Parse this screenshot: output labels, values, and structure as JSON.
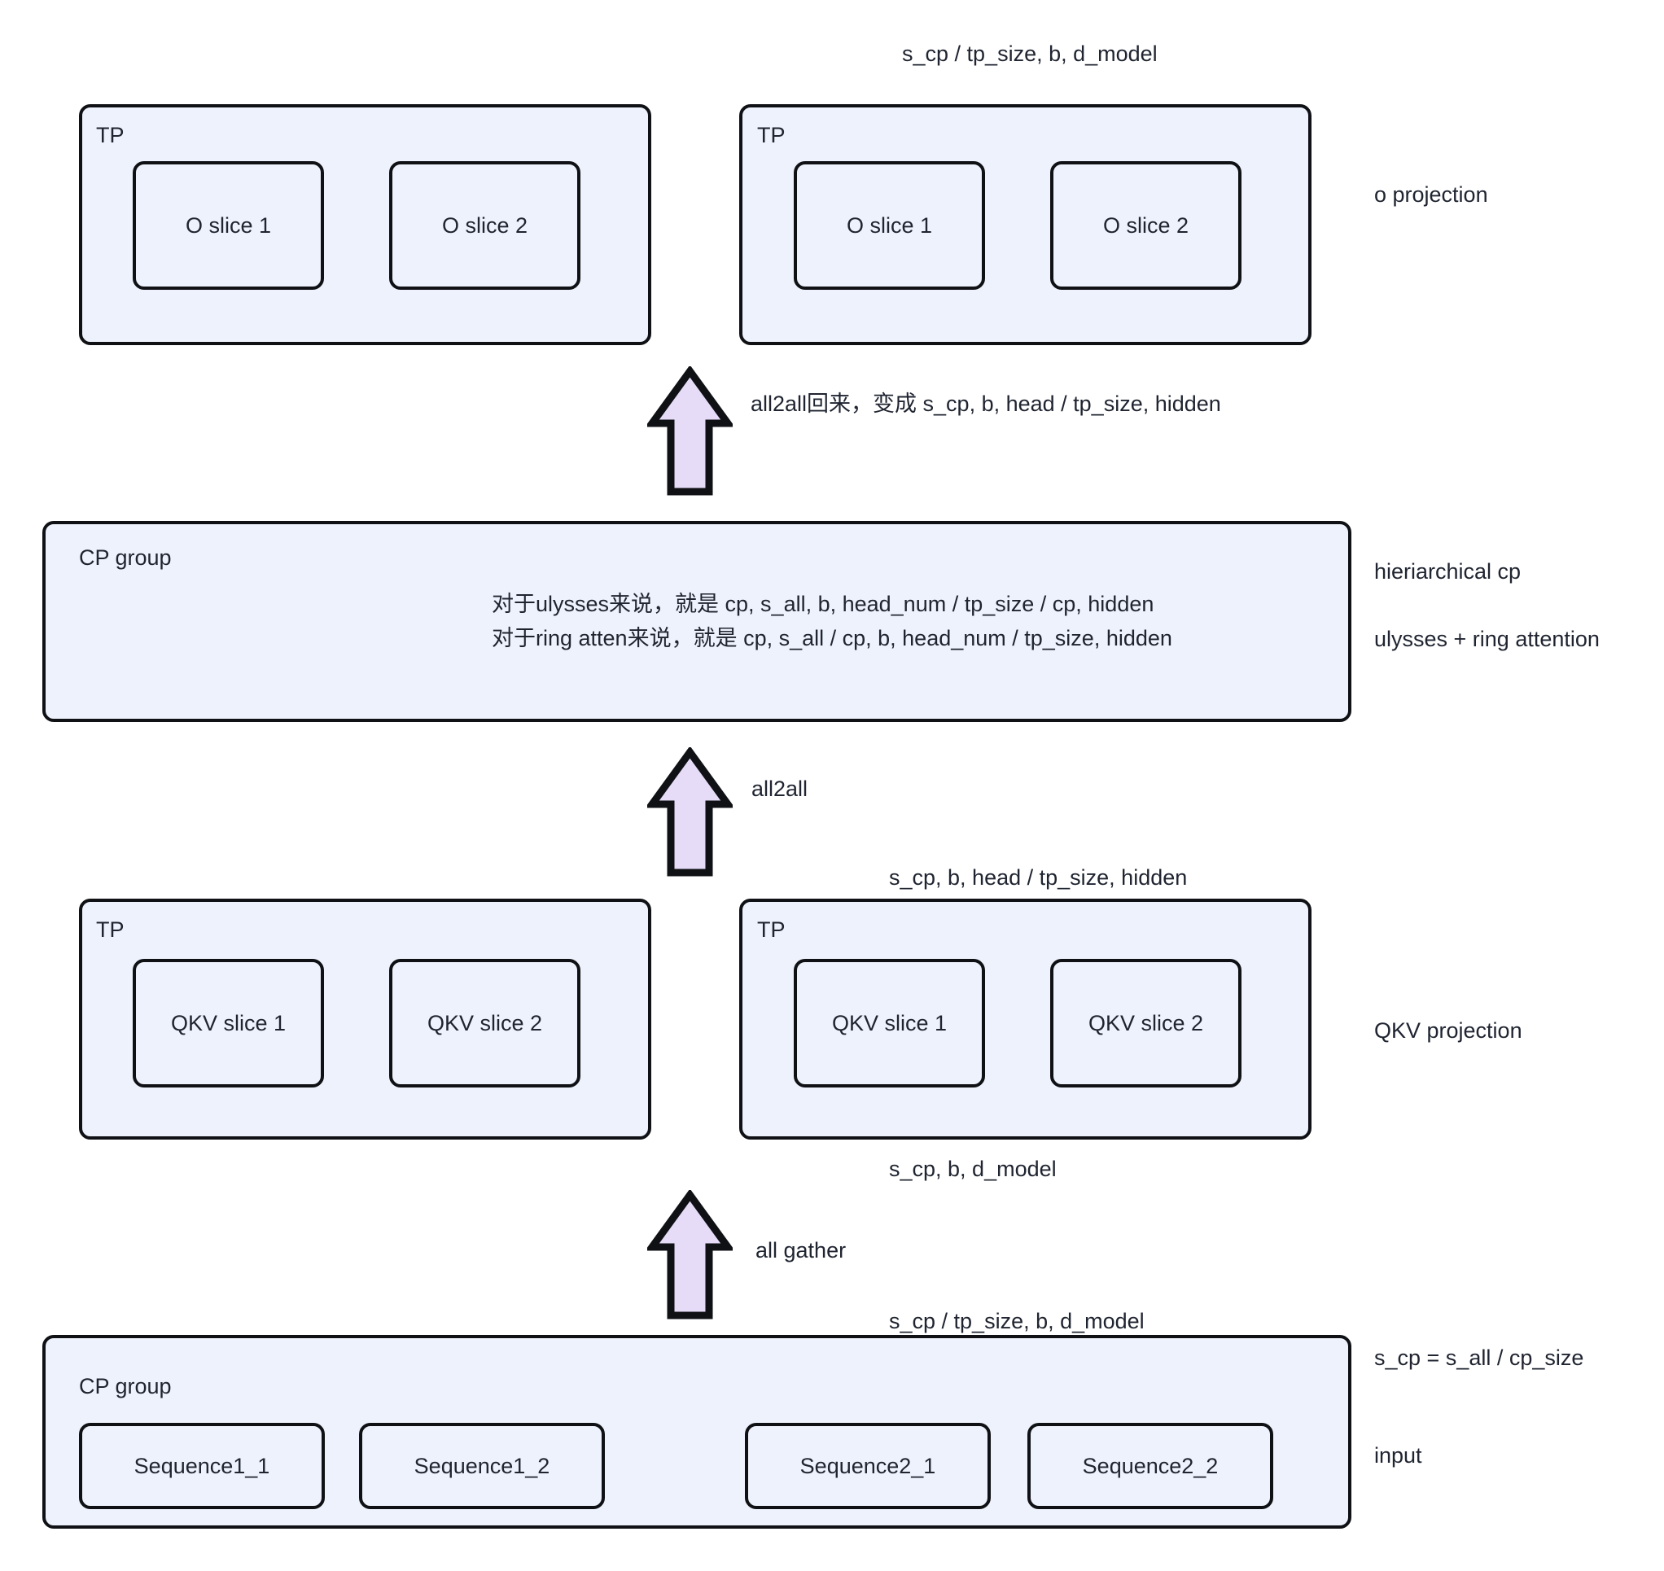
{
  "diagram": {
    "title_top_label": "s_cp / tp_size, b, d_model",
    "colors": {
      "box_fill": "#edf2fc",
      "box_stroke": "#0f1115",
      "arrow_fill": "#e6dcf8",
      "arrow_stroke": "#0f1115",
      "text": "#1f2430",
      "background": "#ffffff"
    },
    "rows": {
      "o_projection": {
        "side_label": "o projection",
        "top_label": "s_cp / tp_size, b, d_model",
        "groups": [
          {
            "label": "TP",
            "slices": [
              {
                "label": "O slice 1"
              },
              {
                "label": "O slice 2"
              }
            ]
          },
          {
            "label": "TP",
            "slices": [
              {
                "label": "O slice 1"
              },
              {
                "label": "O slice 2"
              }
            ]
          }
        ]
      },
      "cp_group_attention": {
        "label": "CP group",
        "side_labels": [
          "hieriarchical cp",
          "ulysses + ring attention"
        ],
        "notes": [
          "对于ulysses来说，就是 cp, s_all, b, head_num / tp_size / cp, hidden",
          "对于ring atten来说，就是 cp, s_all / cp, b, head_num / tp_size, hidden"
        ]
      },
      "qkv_projection": {
        "side_label": "QKV projection",
        "top_label": "s_cp, b, head / tp_size, hidden",
        "bottom_label": "s_cp, b, d_model",
        "groups": [
          {
            "label": "TP",
            "slices": [
              {
                "label": "QKV slice 1"
              },
              {
                "label": "QKV slice 2"
              }
            ]
          },
          {
            "label": "TP",
            "slices": [
              {
                "label": "QKV slice 1"
              },
              {
                "label": "QKV slice 2"
              }
            ]
          }
        ]
      },
      "cp_group_input": {
        "label": "CP group",
        "side_labels": [
          "s_cp = s_all / cp_size",
          "input"
        ],
        "top_label": "s_cp / tp_size, b, d_model",
        "slices": [
          {
            "label": "Sequence1_1"
          },
          {
            "label": "Sequence1_2"
          },
          {
            "label": "Sequence2_1"
          },
          {
            "label": "Sequence2_2"
          }
        ]
      }
    },
    "arrows": [
      {
        "name": "all2all-return-arrow",
        "label": "all2all回来，变成 s_cp, b, head / tp_size, hidden"
      },
      {
        "name": "all2all-arrow",
        "label": "all2all"
      },
      {
        "name": "all-gather-arrow",
        "label": "all gather"
      }
    ]
  }
}
